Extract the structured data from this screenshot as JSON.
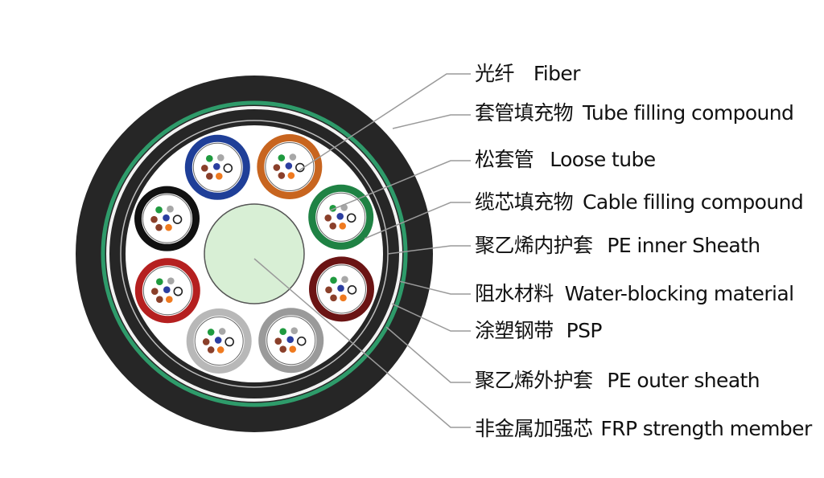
{
  "labels": [
    {
      "cn": "光纤",
      "en": "Fiber"
    },
    {
      "cn": "套管填充物",
      "en": "Tube filling compound"
    },
    {
      "cn": "松套管",
      "en": "Loose tube"
    },
    {
      "cn": "缆芯填充物",
      "en": "Cable filling compound"
    },
    {
      "cn": "聚乙烯内护套",
      "en": "PE inner Sheath"
    },
    {
      "cn": "阻水材料",
      "en": "Water-blocking material"
    },
    {
      "cn": "涂塑钢带",
      "en": "PSP"
    },
    {
      "cn": "聚乙烯外护套",
      "en": "PE outer sheath"
    },
    {
      "cn": "非金属加强芯",
      "en": "FRP strength member"
    }
  ],
  "colors": {
    "outer_sheath": "#262626",
    "green_stripe": "#2e9b6a",
    "center_fill": "#d8efd5",
    "leader": "#9a9a9a",
    "tubes": [
      "#c8651f",
      "#1f8244",
      "#6b1414",
      "#9a9a9a",
      "#b8b8b8",
      "#b52020",
      "#111111",
      "#1f3f98"
    ],
    "fibers": [
      "#1f9a3f",
      "#a7a7a7",
      "#2b3ea0",
      "#ef7a1f",
      "#8a3f2a"
    ]
  }
}
